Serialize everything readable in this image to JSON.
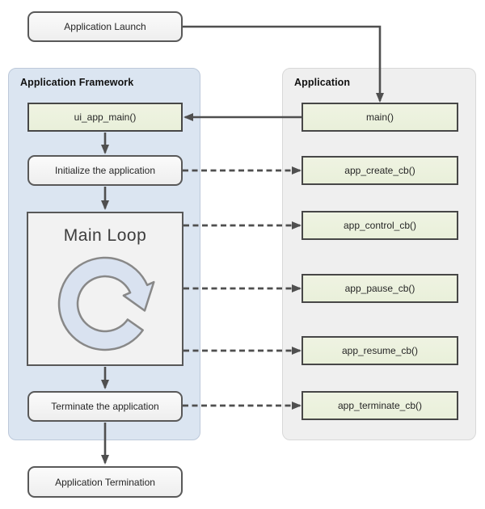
{
  "nodes": {
    "app_launch": "Application Launch",
    "app_termination": "Application Termination"
  },
  "framework": {
    "title": "Application Framework",
    "ui_app_main": "ui_app_main()",
    "initialize": "Initialize the application",
    "main_loop": "Main Loop",
    "terminate": "Terminate the application"
  },
  "application": {
    "title": "Application",
    "main": "main()",
    "callbacks": [
      "app_create_cb()",
      "app_control_cb()",
      "app_pause_cb()",
      "app_resume_cb()",
      "app_terminate_cb()"
    ]
  },
  "icons": {
    "loop": "circular-loop-arrow"
  },
  "colors": {
    "framework_fill": "#dbe5f1",
    "framework_border": "#bdc9da",
    "application_fill": "#efefef",
    "application_border": "#d8d8d8",
    "process_node_fill": "#f2f2f2",
    "process_node_border": "#595959",
    "function_node_fill": "#ebf1de",
    "function_node_border": "#474747",
    "arrow": "#4f4f4f",
    "loop_icon_fill": "#d9e2f0",
    "loop_icon_border": "#888888"
  }
}
